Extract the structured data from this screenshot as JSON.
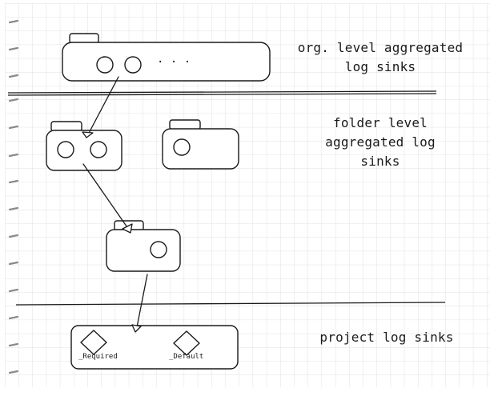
{
  "labels": {
    "org_level": "org. level aggregated log sinks",
    "folder_level": "folder level aggregated log sinks",
    "project_level": "project log sinks"
  },
  "org_box": {
    "ellipsis": "· · ·"
  },
  "project_box": {
    "required": "_Required",
    "default": "_Default"
  },
  "colors": {
    "ink": "#1a1a1a",
    "grid": "#dcdcdc",
    "paper": "#ffffff"
  }
}
